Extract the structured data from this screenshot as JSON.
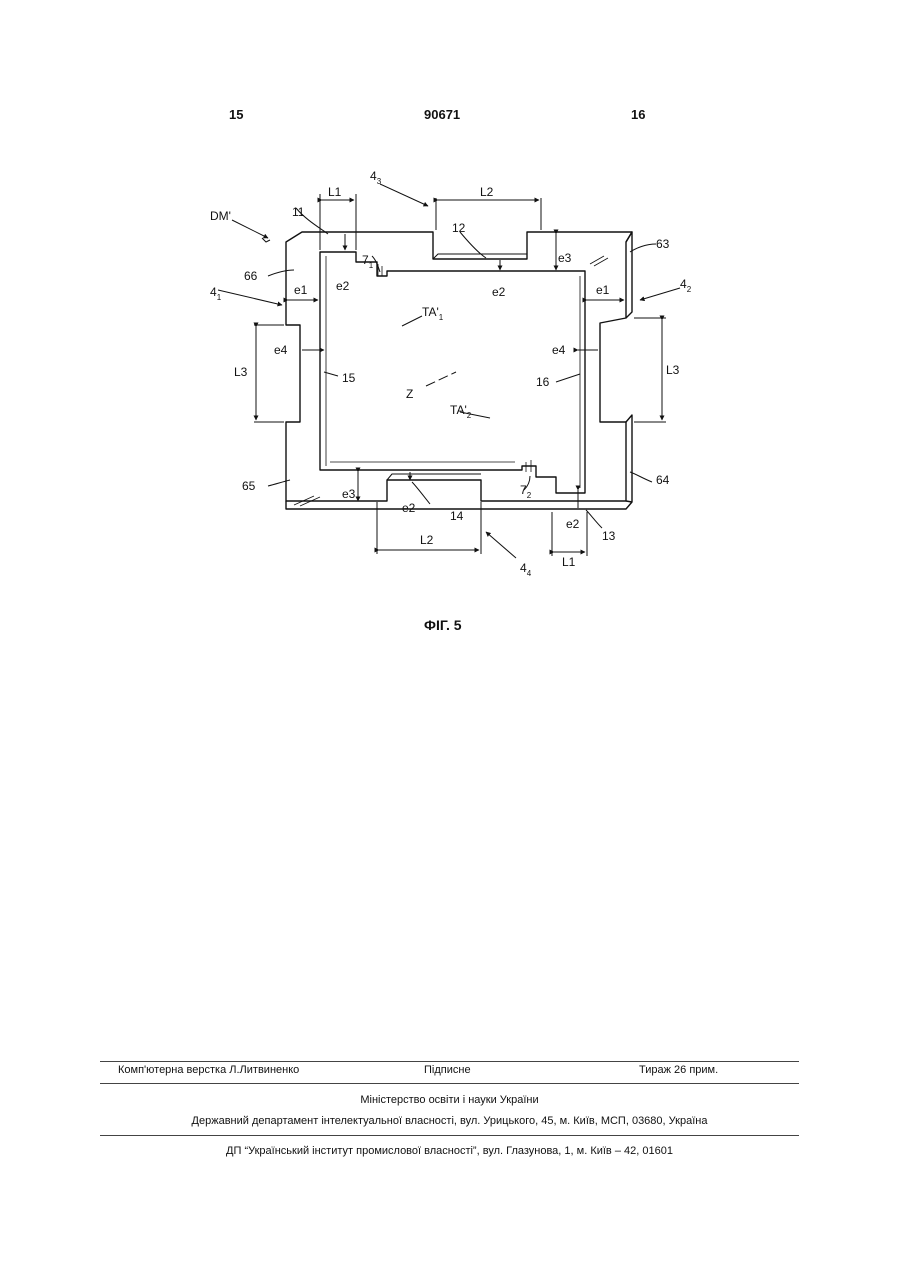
{
  "header": {
    "page_left": "15",
    "patent_number": "90671",
    "page_right": "16"
  },
  "figure": {
    "caption": "ФІГ. 5",
    "labels": {
      "dm": "DM'",
      "n43": "4",
      "n43_sub": "3",
      "n41": "4",
      "n41_sub": "1",
      "n42": "4",
      "n42_sub": "2",
      "n44": "4",
      "n44_sub": "4",
      "l1_top": "L1",
      "l2_top": "L2",
      "n11": "11",
      "n12": "12",
      "n71": "7",
      "n71_sub": "1",
      "e2_top_left": "e2",
      "e2_top_mid": "e2",
      "e3_top": "e3",
      "n63": "63",
      "n66": "66",
      "e1_left": "e1",
      "e1_right": "e1",
      "ta1": "TA'",
      "ta1_sub": "1",
      "e4_left": "e4",
      "e4_right": "e4",
      "l3_left": "L3",
      "l3_right": "L3",
      "n15": "15",
      "n16": "16",
      "z": "Z",
      "ta2": "TA'",
      "ta2_sub": "2",
      "n65": "65",
      "n64": "64",
      "n72": "7",
      "n72_sub": "2",
      "e3_bottom": "e3",
      "e2_bottom_mid": "e2",
      "n14": "14",
      "e2_bottom_right": "e2",
      "n13": "13",
      "l2_bottom": "L2",
      "l1_bottom": "L1"
    }
  },
  "footer": {
    "typesetting": "Комп'ютерна верстка Л.Литвиненко",
    "subscription": "Підписне",
    "circulation": "Тираж 26 прим.",
    "ministry": "Міністерство освіти і науки України",
    "department": "Державний департамент інтелектуальної власності, вул. Урицького, 45, м. Київ, МСП, 03680, Україна",
    "institute": "ДП “Український інститут промислової власності”, вул. Глазунова, 1, м. Київ – 42, 01601"
  }
}
